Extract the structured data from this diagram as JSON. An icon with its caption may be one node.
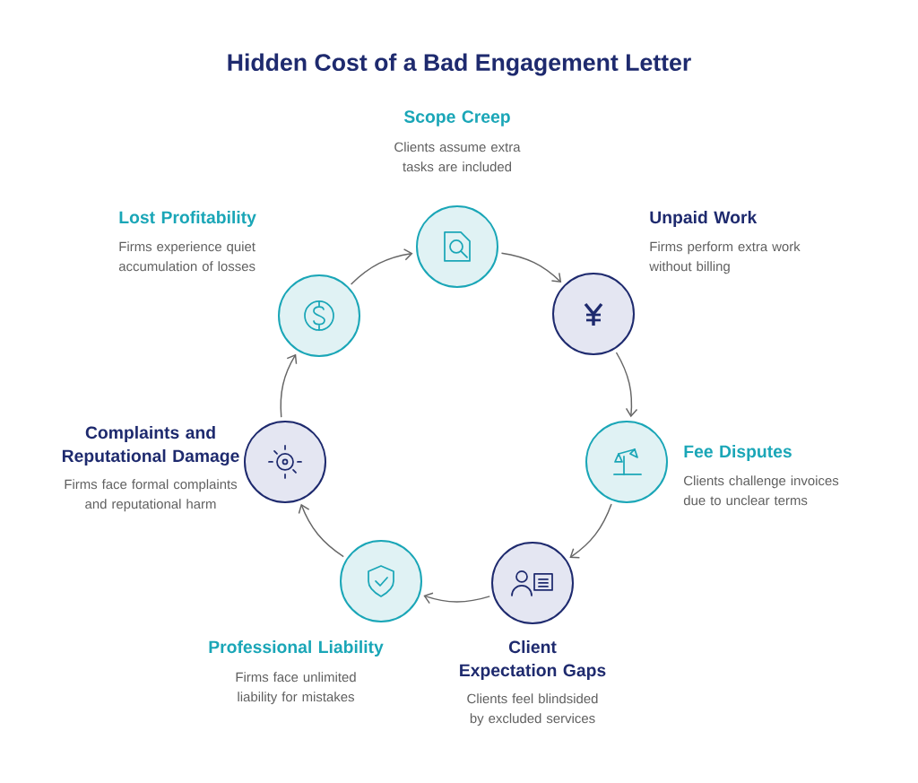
{
  "diagram": {
    "title": "Hidden Cost of a Bad Engagement Letter",
    "nodes": [
      {
        "text": [],
        "shape": "circle",
        "beside": [
          "Scope Creep",
          "Clients assume extra tasks are included"
        ]
      },
      {
        "text": [],
        "shape": "circle",
        "beside": [
          "Unpaid Work",
          "Firms perform extra work without billing"
        ]
      },
      {
        "text": [],
        "shape": "circle",
        "beside": [
          "Fee Disputes",
          "Clients challenge invoices due to unclear terms"
        ]
      },
      {
        "text": [],
        "shape": "circle",
        "beside": [
          "Client Expectation Gaps",
          "Clients feel blindsided by excluded services"
        ]
      },
      {
        "text": [],
        "shape": "circle",
        "beside": [
          "Professional Liability",
          "Firms face unlimited liability for mistakes"
        ]
      },
      {
        "text": [],
        "shape": "circle",
        "beside": [
          "Complaints and Reputational Damage",
          "Firms face formal complaints and reputational harm"
        ]
      },
      {
        "text": [],
        "shape": "circle",
        "beside": [
          "Lost Profitability",
          "Firms experience quiet accumulation of losses"
        ]
      }
    ],
    "edges": [
      {
        "from": 0,
        "to": 1,
        "arrow": "to"
      },
      {
        "from": 1,
        "to": 2,
        "arrow": "to"
      },
      {
        "from": 2,
        "to": 3,
        "arrow": "to"
      },
      {
        "from": 3,
        "to": 4,
        "arrow": "to"
      },
      {
        "from": 4,
        "to": 5,
        "arrow": "to"
      },
      {
        "from": 5,
        "to": 6,
        "arrow": "to"
      },
      {
        "from": 6,
        "to": 0,
        "arrow": "to"
      }
    ]
  }
}
